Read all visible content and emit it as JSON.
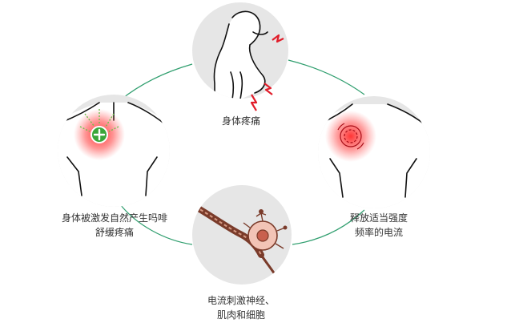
{
  "colors": {
    "cycle_arc": "#2f9e6e",
    "circle_fill": "#e6e6e6",
    "outline": "#111111",
    "pain_mark": "#e11d2a",
    "glow": "#ff2a2a",
    "plus_badge": "#3aa63a",
    "arrow": "#6cc04a",
    "nerve": "#7a3b2a",
    "text": "#333333"
  },
  "icons": [
    "body-pain-icon",
    "shoulder-plus-icon",
    "shoulder-pulse-icon",
    "nerve-cell-icon"
  ],
  "steps": {
    "top": {
      "lines": [
        "身体疼痛"
      ]
    },
    "right": {
      "lines": [
        "释放适当强度",
        "频率的电流"
      ]
    },
    "bottom": {
      "lines": [
        "电流刺激神经、",
        "肌肉和细胞"
      ]
    },
    "left": {
      "lines": [
        "身体被激发自然产生吗啡",
        "舒缓疼痛"
      ]
    }
  }
}
